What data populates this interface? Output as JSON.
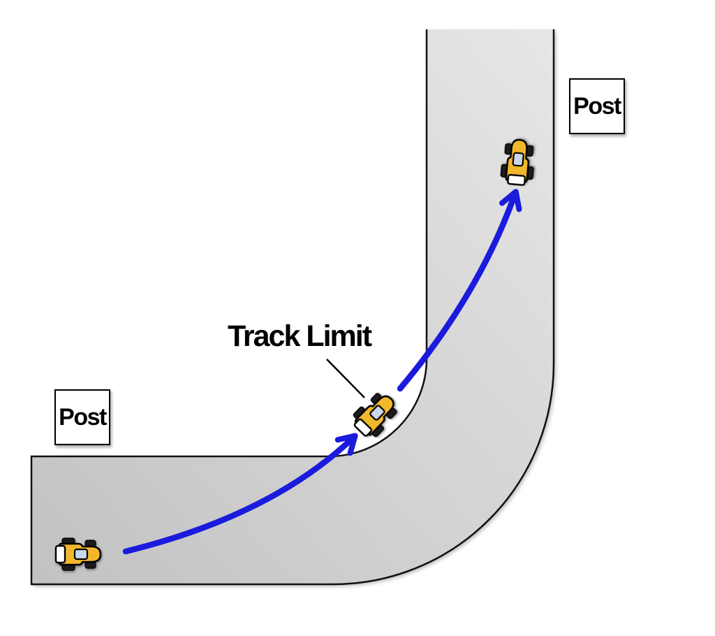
{
  "figure": {
    "type": "racing-line-corner-diagram",
    "labels": {
      "post_upper": "Post",
      "post_lower": "Post",
      "track_limit": "Track Limit"
    },
    "colors": {
      "racing_line": "#1b1bdd",
      "track_gradient_dark": "#bfbfbf",
      "track_gradient_light": "#ededed",
      "track_border": "#111111",
      "car_body": "#f1b82c",
      "car_wheels": "#1b1b1b",
      "car_windshield": "#c9d8ea",
      "car_bumper": "#ffffff",
      "label_background": "#ffffff",
      "label_border": "#000000",
      "label_text": "#000000"
    },
    "cars": [
      {
        "id": "car-entry",
        "heading": "right"
      },
      {
        "id": "car-apex",
        "heading": "up-right"
      },
      {
        "id": "car-exit",
        "heading": "up"
      }
    ]
  }
}
